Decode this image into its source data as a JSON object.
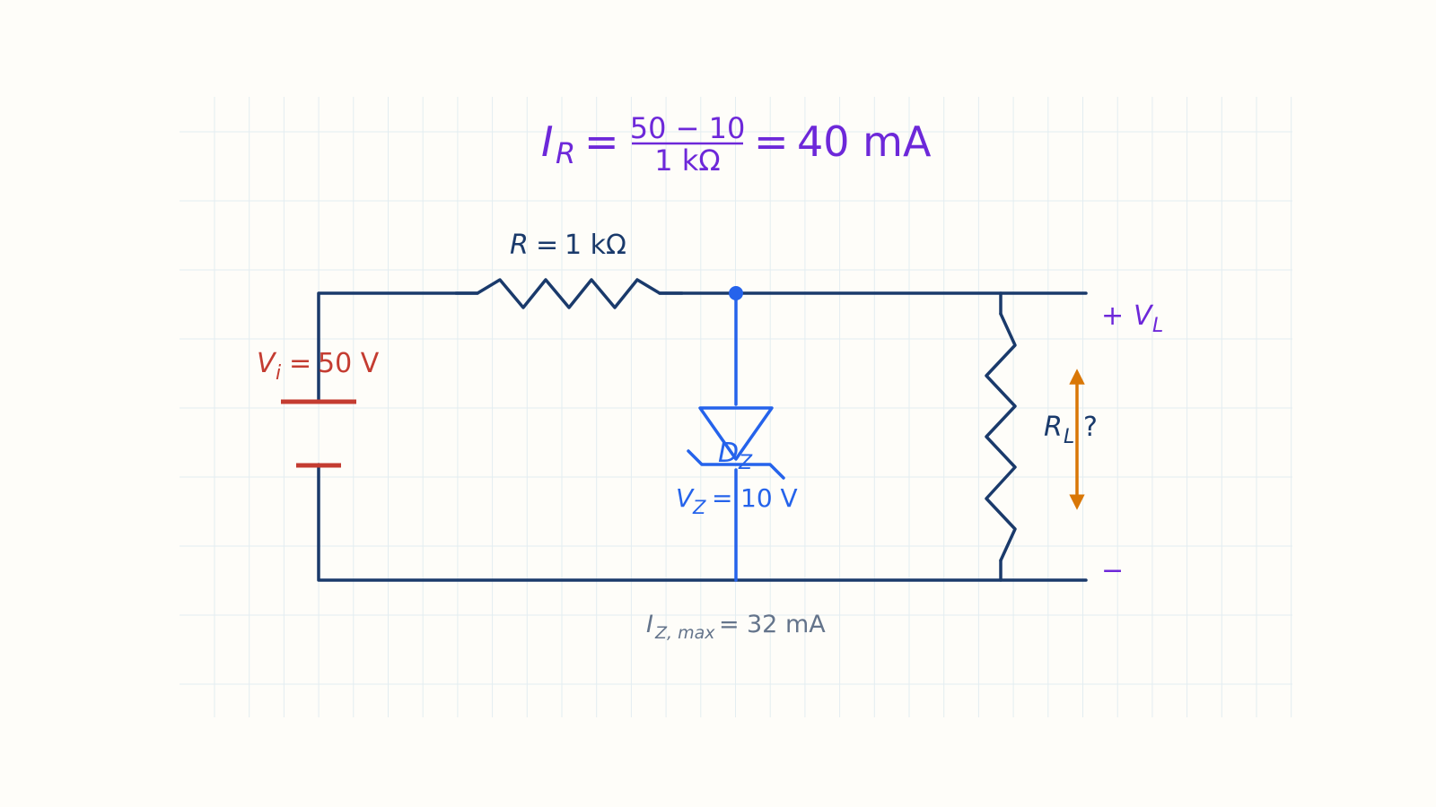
{
  "colors": {
    "background": "#fefdf9",
    "grid": "#e3edf1",
    "wire": "#1a3a6b",
    "source": "#c43c31",
    "zener": "#2563eb",
    "equation": "#6d28d9",
    "arrow": "#d97706",
    "note": "#64748b"
  },
  "equation": {
    "lhs_symbol": "I",
    "lhs_sub": "R",
    "equals_1": "=",
    "numerator": "50 − 10",
    "denominator": "1 kΩ",
    "equals_2": "=",
    "result": "40 mA"
  },
  "resistor": {
    "symbol": "R",
    "equals": "=",
    "value": "1 kΩ"
  },
  "source": {
    "symbol": "V",
    "sub": "i",
    "equals": "=",
    "value": "50 V"
  },
  "zener": {
    "label": "D",
    "label_sub": "Z",
    "vz_symbol": "V",
    "vz_sub": "Z",
    "vz_equals": "=",
    "vz_value": "10 V"
  },
  "load": {
    "symbol": "R",
    "sub": "L",
    "question": "?"
  },
  "output": {
    "plus": "+",
    "symbol": "V",
    "sub": "L",
    "minus": "−"
  },
  "note": {
    "symbol": "I",
    "sub": "Z, max",
    "equals": "=",
    "value": "32 mA"
  }
}
